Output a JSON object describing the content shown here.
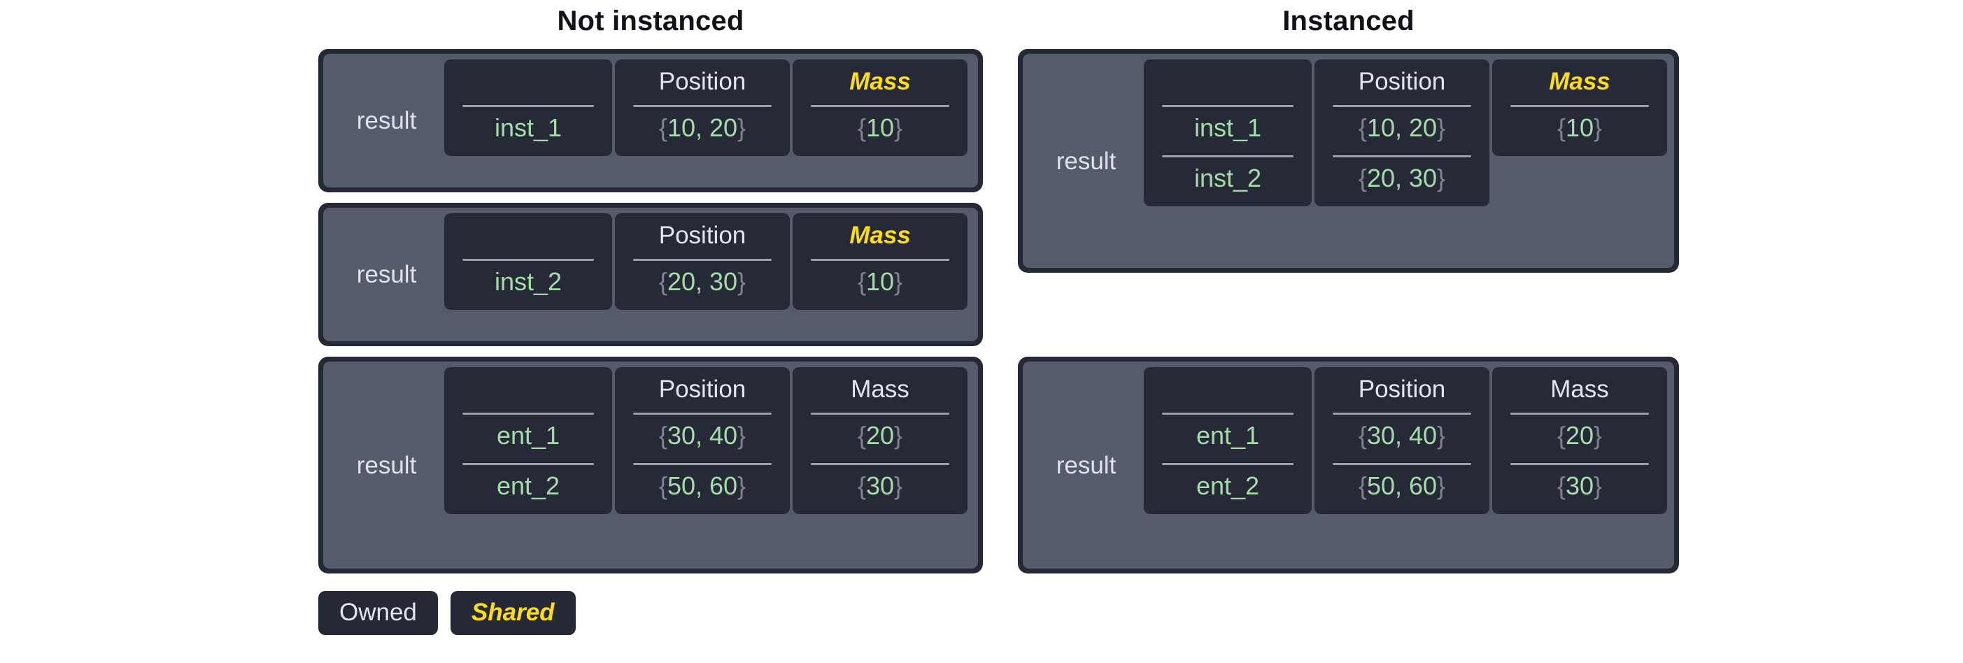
{
  "columns": {
    "left_title": "Not instanced",
    "right_title": "Instanced"
  },
  "labels": {
    "result": "result",
    "position": "Position",
    "mass": "Mass"
  },
  "legend": {
    "owned": "Owned",
    "shared": "Shared"
  },
  "colors": {
    "frame": "#242935",
    "panel": "#555b6b",
    "cell": "#252a36",
    "text": "#e3e6ee",
    "value_green": "#a6dcab",
    "brace_gray": "#7d838f",
    "shared_yellow": "#ffdd11",
    "separator": "#9aa0ad",
    "page_bg": "#ffffff",
    "title": "#101218"
  },
  "not_instanced": {
    "card1": {
      "result": "result",
      "headers": {
        "id": "",
        "position": "Position",
        "mass": "Mass"
      },
      "mass_shared": true,
      "rows": [
        {
          "id": "inst_1",
          "position_open": "{",
          "position": "10, 20",
          "position_close": "}",
          "mass_open": "{",
          "mass": "10",
          "mass_close": "}"
        }
      ]
    },
    "card2": {
      "result": "result",
      "headers": {
        "id": "",
        "position": "Position",
        "mass": "Mass"
      },
      "mass_shared": true,
      "rows": [
        {
          "id": "inst_2",
          "position_open": "{",
          "position": "20, 30",
          "position_close": "}",
          "mass_open": "{",
          "mass": "10",
          "mass_close": "}"
        }
      ]
    },
    "card3": {
      "result": "result",
      "headers": {
        "id": "",
        "position": "Position",
        "mass": "Mass"
      },
      "mass_shared": false,
      "rows": [
        {
          "id": "ent_1",
          "position_open": "{",
          "position": "30, 40",
          "position_close": "}",
          "mass_open": "{",
          "mass": "20",
          "mass_close": "}"
        },
        {
          "id": "ent_2",
          "position_open": "{",
          "position": "50, 60",
          "position_close": "}",
          "mass_open": "{",
          "mass": "30",
          "mass_close": "}"
        }
      ]
    }
  },
  "instanced": {
    "card1": {
      "result": "result",
      "headers": {
        "id": "",
        "position": "Position",
        "mass": "Mass"
      },
      "mass_shared": true,
      "rows": [
        {
          "id": "inst_1",
          "position_open": "{",
          "position": "10, 20",
          "position_close": "}"
        },
        {
          "id": "inst_2",
          "position_open": "{",
          "position": "20, 30",
          "position_close": "}"
        }
      ],
      "shared_mass": {
        "open": "{",
        "value": "10",
        "close": "}"
      }
    },
    "card2": {
      "result": "result",
      "headers": {
        "id": "",
        "position": "Position",
        "mass": "Mass"
      },
      "mass_shared": false,
      "rows": [
        {
          "id": "ent_1",
          "position_open": "{",
          "position": "30, 40",
          "position_close": "}",
          "mass_open": "{",
          "mass": "20",
          "mass_close": "}"
        },
        {
          "id": "ent_2",
          "position_open": "{",
          "position": "50, 60",
          "position_close": "}",
          "mass_open": "{",
          "mass": "30",
          "mass_close": "}"
        }
      ]
    }
  }
}
